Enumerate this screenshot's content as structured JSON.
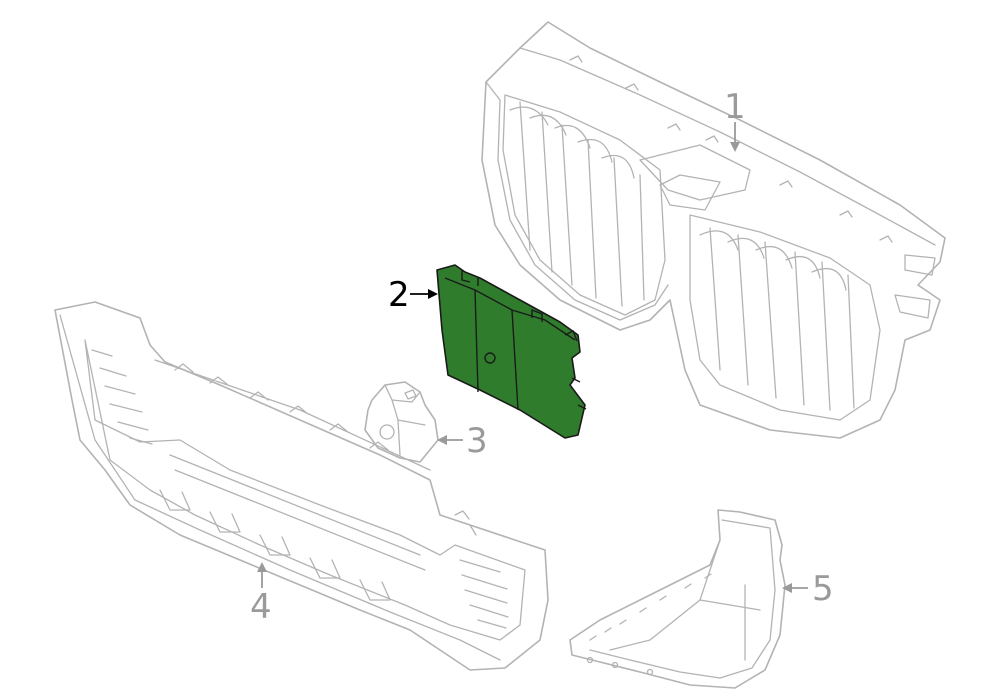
{
  "callouts": [
    {
      "label": "1",
      "color": "#9a9a9a"
    },
    {
      "label": "2",
      "color": "#000000"
    },
    {
      "label": "3",
      "color": "#9a9a9a"
    },
    {
      "label": "4",
      "color": "#9a9a9a"
    },
    {
      "label": "5",
      "color": "#9a9a9a"
    }
  ],
  "highlight_color": "#2f7d2c",
  "line_color": "#b3b3b3"
}
